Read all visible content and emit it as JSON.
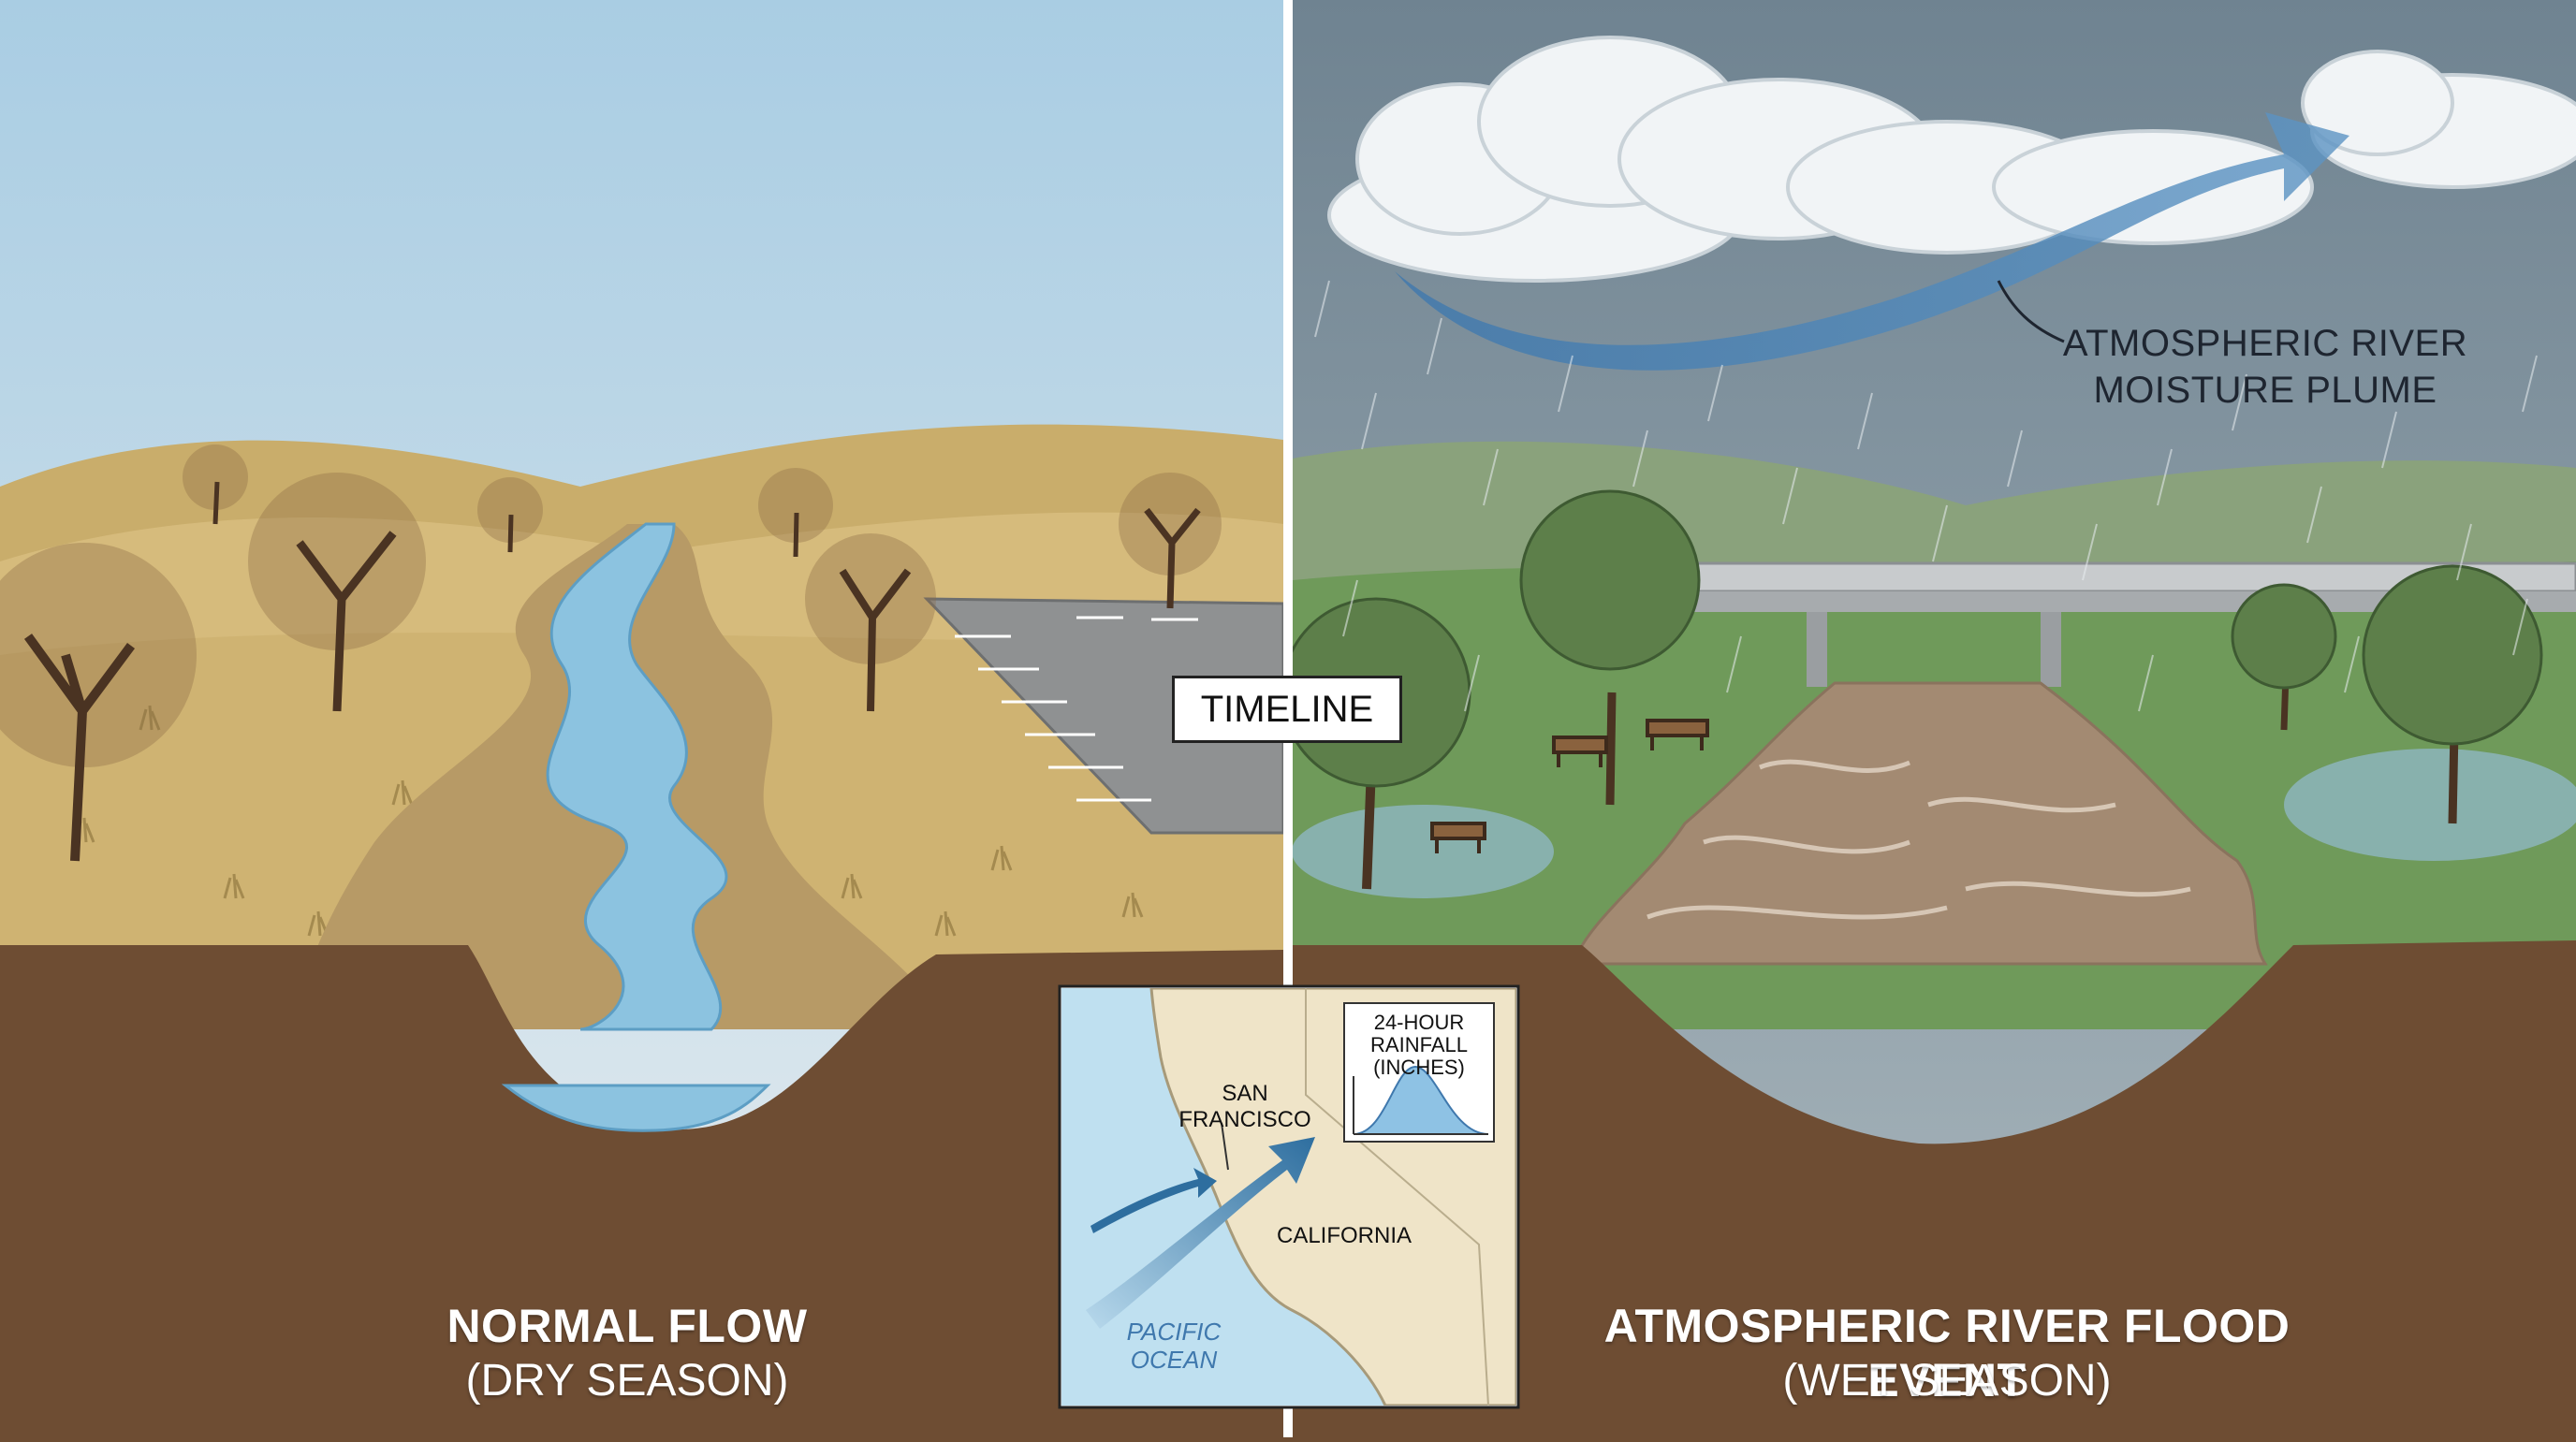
{
  "center": {
    "timeline_label": "TIMELINE"
  },
  "left_panel": {
    "title": "NORMAL FLOW",
    "subtitle": "(DRY SEASON)"
  },
  "right_panel": {
    "title": "ATMOSPHERIC RIVER FLOOD EVENT",
    "subtitle": "(WET SEASON)",
    "plume_label_line1": "ATMOSPHERIC RIVER",
    "plume_label_line2": "MOISTURE PLUME"
  },
  "inset_map": {
    "city_line1": "SAN",
    "city_line2": "FRANCISCO",
    "state": "CALIFORNIA",
    "ocean_line1": "PACIFIC",
    "ocean_line2": "OCEAN",
    "chart_line1": "24-HOUR",
    "chart_line2": "RAINFALL",
    "chart_line3": "(INCHES)"
  },
  "colors": {
    "dry_sky": "#cfe0ea",
    "dry_grass": "#d3b776",
    "wet_sky": "#7f939e",
    "wet_grass": "#6f9a5a",
    "soil": "#6e4d33",
    "creek": "#8cc3e0",
    "flood_water": "#a38a72",
    "plume_arrow": "#4f86b8",
    "ocean": "#bfe0f0",
    "land": "#efe4c8"
  },
  "icons": [
    "tree-icon",
    "bench-icon",
    "bridge-icon",
    "cloud-icon",
    "rain-icon",
    "arrow-icon"
  ]
}
